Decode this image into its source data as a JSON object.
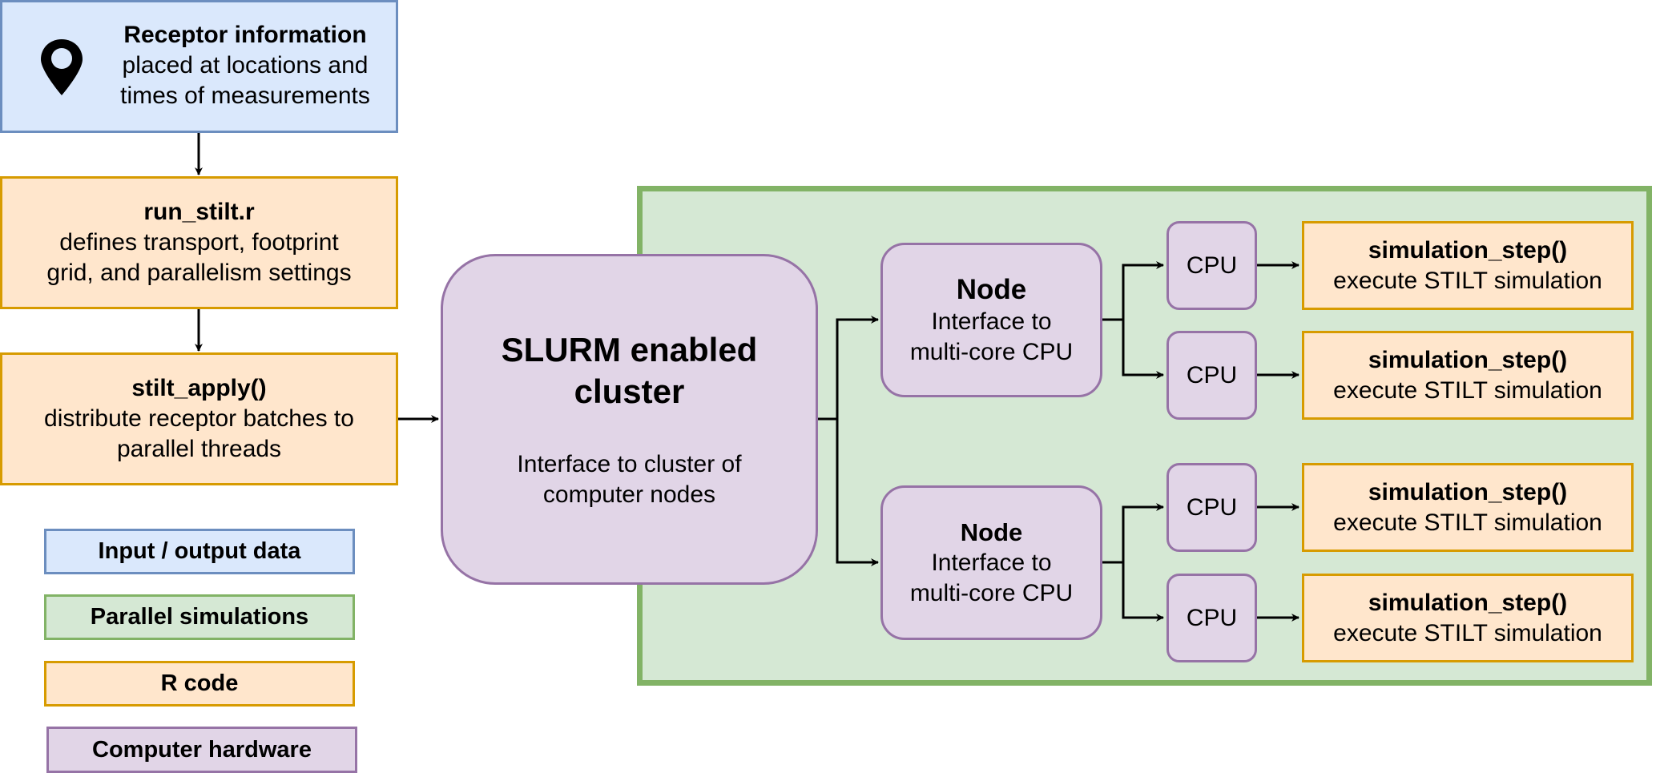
{
  "receptor": {
    "icon": "map-pin-icon",
    "title": "Receptor information",
    "line1": "placed at locations and",
    "line2": "times of measurements"
  },
  "run_stilt": {
    "title": "run_stilt.r",
    "line1": "defines transport, footprint",
    "line2": "grid, and parallelism settings"
  },
  "stilt_apply": {
    "title": "stilt_apply()",
    "line1": "distribute receptor batches to",
    "line2": "parallel threads"
  },
  "cluster": {
    "title_line1": "SLURM enabled",
    "title_line2": "cluster",
    "desc_line1": "Interface to cluster of",
    "desc_line2": "computer nodes"
  },
  "nodes": [
    {
      "title": "Node",
      "line1": "Interface to",
      "line2": "multi-core CPU"
    },
    {
      "title": "Node",
      "line1": "Interface to",
      "line2": "multi-core CPU"
    }
  ],
  "cpus": [
    {
      "label": "CPU"
    },
    {
      "label": "CPU"
    },
    {
      "label": "CPU"
    },
    {
      "label": "CPU"
    }
  ],
  "simulations": [
    {
      "title": "simulation_step()",
      "desc": "execute STILT simulation"
    },
    {
      "title": "simulation_step()",
      "desc": "execute STILT simulation"
    },
    {
      "title": "simulation_step()",
      "desc": "execute STILT simulation"
    },
    {
      "title": "simulation_step()",
      "desc": "execute STILT simulation"
    }
  ],
  "legend": [
    {
      "label": "Input / output data",
      "color": "#dae8fc",
      "border": "#6c8ebf"
    },
    {
      "label": "Parallel simulations",
      "color": "#d5e8d4",
      "border": "#82b366"
    },
    {
      "label": "R code",
      "color": "#ffe6cc",
      "border": "#d79b00"
    },
    {
      "label": "Computer hardware",
      "color": "#e1d5e7",
      "border": "#9673a6"
    }
  ]
}
